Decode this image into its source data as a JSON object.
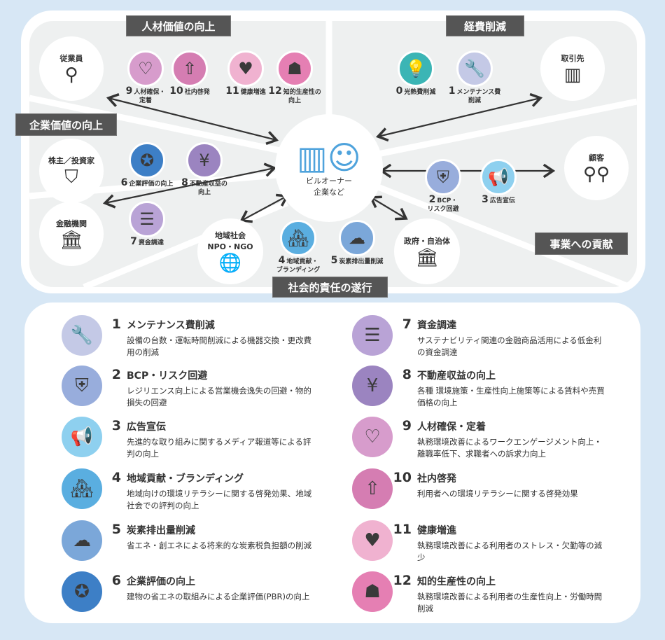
{
  "sections": {
    "human": "人材価値の向上",
    "cost": "経費削減",
    "corporate": "企業価値の向上",
    "business": "事業への貢献",
    "social": "社会的責任の遂行"
  },
  "stakeholders": {
    "employee": "従業員",
    "shareholder": "株主／投資家",
    "bank": "金融機関",
    "community_1": "地域社会",
    "community_2": "NPO・NGO",
    "government": "政府・自治体",
    "supplier": "取引先",
    "customer": "顧客",
    "owner_1": "ビルオーナー",
    "owner_2": "企業など"
  },
  "diagram_badges": [
    {
      "num": "0",
      "label": "光熱費削減",
      "color": "#3bb5b5",
      "icon": "lightbulb-icon"
    },
    {
      "num": "1",
      "label": "メンテナンス費",
      "label2": "削減",
      "color": "#c4c9e6",
      "icon": "wrench-icon"
    },
    {
      "num": "2",
      "label": "BCP・",
      "label2": "リスク回避",
      "color": "#98addc",
      "icon": "shield-icon"
    },
    {
      "num": "3",
      "label": "広告宣伝",
      "color": "#8ed0ef",
      "icon": "megaphone-icon"
    },
    {
      "num": "4",
      "label": "地域貢献・",
      "label2": "ブランディング",
      "color": "#5aaee0",
      "icon": "town-icon"
    },
    {
      "num": "5",
      "label": "炭素排出量削減",
      "color": "#7ba7d9",
      "icon": "cloud-ban-icon"
    },
    {
      "num": "6",
      "label": "企業評価の向上",
      "color": "#3d7fc6",
      "icon": "award-icon"
    },
    {
      "num": "7",
      "label": "資金調達",
      "color": "#b9a3d6",
      "icon": "money-stack-icon"
    },
    {
      "num": "8",
      "label": "不動産収益の",
      "label2": "向上",
      "color": "#9b84c0",
      "icon": "building-yen-icon"
    },
    {
      "num": "9",
      "label": "人材確保・",
      "label2": "定着",
      "color": "#d79ccc",
      "icon": "people-heart-icon"
    },
    {
      "num": "10",
      "label": "社内啓発",
      "color": "#d57db2",
      "icon": "people-up-icon"
    },
    {
      "num": "11",
      "label": "健康増進",
      "color": "#f0b2d0",
      "icon": "heart-icon"
    },
    {
      "num": "12",
      "label": "知的生産性の",
      "label2": "向上",
      "color": "#e57fb3",
      "icon": "head-up-icon"
    }
  ],
  "list": [
    {
      "num": "1",
      "title": "メンテナンス費削減",
      "desc": "設備の台数・運転時間削減による機器交換・更改費用の削減",
      "color": "#c4c9e6",
      "icon": "wrench-icon"
    },
    {
      "num": "2",
      "title": "BCP・リスク回避",
      "desc": "レジリエンス向上による営業機会逸失の回避・物的損失の回避",
      "color": "#98addc",
      "icon": "shield-icon"
    },
    {
      "num": "3",
      "title": "広告宣伝",
      "desc": "先進的な取り組みに関するメディア報道等による評判の向上",
      "color": "#8ed0ef",
      "icon": "megaphone-icon"
    },
    {
      "num": "4",
      "title": "地域貢献・ブランディング",
      "desc": "地域向けの環境リテラシーに関する啓発効果、地域社会での評判の向上",
      "color": "#5aaee0",
      "icon": "town-icon"
    },
    {
      "num": "5",
      "title": "炭素排出量削減",
      "desc": "省エネ・創エネによる将来的な炭素税負担額の削減",
      "color": "#7ba7d9",
      "icon": "cloud-ban-icon"
    },
    {
      "num": "6",
      "title": "企業評価の向上",
      "desc": "建物の省エネの取組みによる企業評価(PBR)の向上",
      "color": "#3d7fc6",
      "icon": "award-icon"
    },
    {
      "num": "7",
      "title": "資金調達",
      "desc": "サステナビリティ関連の金融商品活用による低金利の資金調達",
      "color": "#b9a3d6",
      "icon": "money-stack-icon"
    },
    {
      "num": "8",
      "title": "不動産収益の向上",
      "desc": "各種 環境施策・生産性向上施策等による賃料や売買価格の向上",
      "color": "#9b84c0",
      "icon": "building-yen-icon"
    },
    {
      "num": "9",
      "title": "人材確保・定着",
      "desc": "執務環境改善によるワークエンゲージメント向上・離職率低下、求職者への訴求力向上",
      "color": "#d79ccc",
      "icon": "people-heart-icon"
    },
    {
      "num": "10",
      "title": "社内啓発",
      "desc": "利用者への環境リテラシーに関する啓発効果",
      "color": "#d57db2",
      "icon": "people-up-icon"
    },
    {
      "num": "11",
      "title": "健康増進",
      "desc": "執務環境改善による利用者のストレス・欠勤等の減少",
      "color": "#f0b2d0",
      "icon": "heart-icon"
    },
    {
      "num": "12",
      "title": "知的生産性の向上",
      "desc": "執務環境改善による利用者の生産性向上・労働時間削減",
      "color": "#e57fb3",
      "icon": "head-up-icon"
    }
  ]
}
